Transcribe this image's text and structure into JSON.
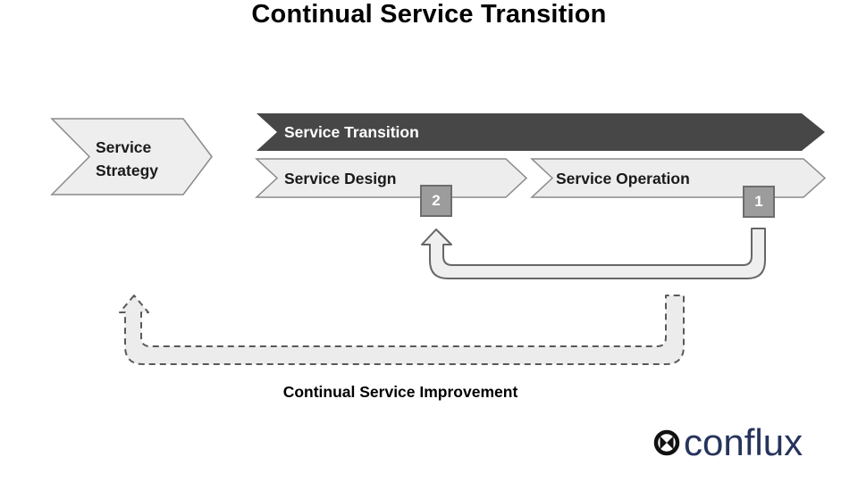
{
  "title": "Continual Service Transition",
  "diagram": {
    "strategy": {
      "label": "Service Strategy"
    },
    "transition": {
      "label": "Service Transition"
    },
    "design": {
      "label": "Service Design",
      "badge": "2"
    },
    "operation": {
      "label": "Service Operation",
      "badge": "1"
    },
    "improvement": {
      "label": "Continual Service Improvement"
    }
  },
  "branding": {
    "logo_text": "conflux"
  },
  "colors": {
    "dark_arrow": "#474747",
    "light_arrow_fill": "#ededed",
    "light_arrow_border": "#8a8a8a",
    "strategy_fill": "#eeeeee",
    "strategy_border": "#8a8a8a",
    "loop_fill": "#efefef",
    "loop_stroke": "#666666",
    "dashed_loop_fill": "#ececec",
    "dashed_loop_stroke": "#595959",
    "badge_fill": "#9c9c9c",
    "badge_border": "#6d6d6d",
    "logo_color": "#26345c",
    "icon_color": "#111111"
  }
}
